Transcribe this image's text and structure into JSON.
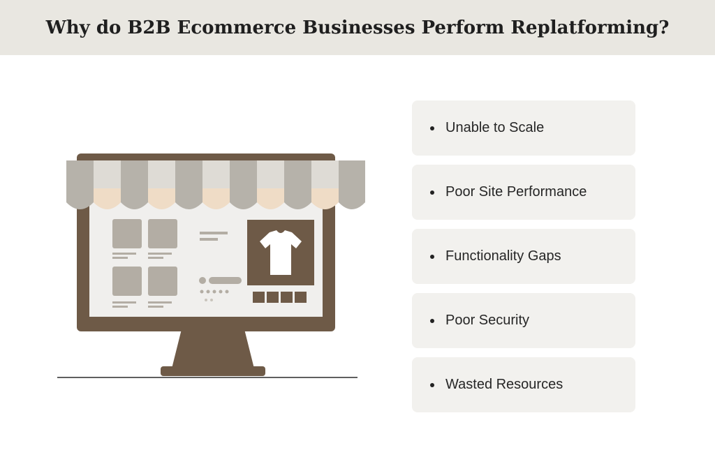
{
  "header": {
    "title": "Why do B2B Ecommerce Businesses Perform Replatforming?"
  },
  "reasons": [
    {
      "label": "Unable to Scale"
    },
    {
      "label": "Poor Site Performance"
    },
    {
      "label": "Functionality Gaps"
    },
    {
      "label": "Poor Security"
    },
    {
      "label": "Wasted Resources"
    }
  ],
  "colors": {
    "header_bg": "#e9e7e1",
    "card_bg": "#f2f1ee",
    "monitor_frame": "#6e5a47",
    "screen_bg": "#f0efed",
    "awning_gray": "#b6b2aa",
    "awning_cream": "#efdcc6",
    "awning_light": "#dedbd5"
  },
  "icons": [
    "storefront-monitor-illustration",
    "tshirt-icon",
    "bullet-dot-icon"
  ]
}
